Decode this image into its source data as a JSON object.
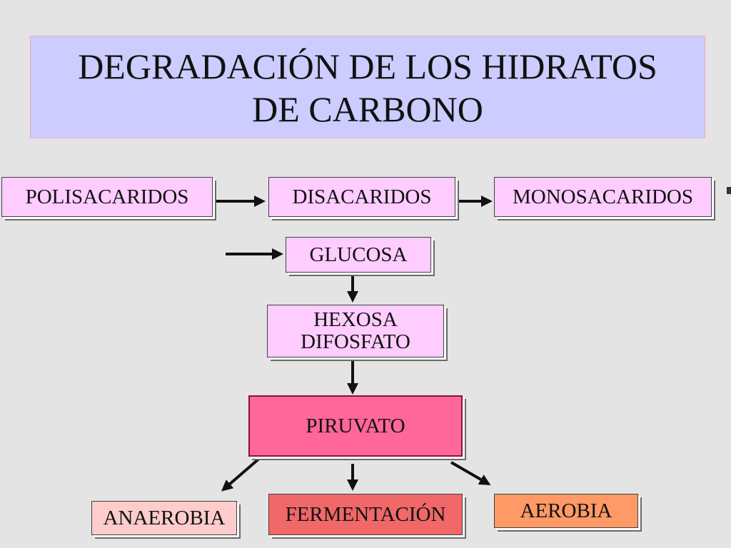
{
  "title": {
    "line1": "DEGRADACIÓN DE LOS HIDRATOS",
    "line2": "DE CARBONO"
  },
  "nodes": {
    "polisacaridos": "POLISACARIDOS",
    "disacaridos": "DISACARIDOS",
    "monosacaridos": "MONOSACARIDOS",
    "glucosa": "GLUCOSA",
    "hexosa_line1": "HEXOSA",
    "hexosa_line2": "DIFOSFATO",
    "piruvato": "PIRUVATO",
    "anaerobia": "ANAEROBIA",
    "fermentacion": "FERMENTACIÓN",
    "aerobia": "AEROBIA"
  },
  "colors": {
    "title_background": "#ccccff",
    "node_background": "#ffccff",
    "piruvato_background": "#ff6699",
    "anaerobia_background": "#ffcccc",
    "fermentacion_background": "#f06868",
    "aerobia_background": "#ff9966",
    "arrow": "#111111"
  }
}
